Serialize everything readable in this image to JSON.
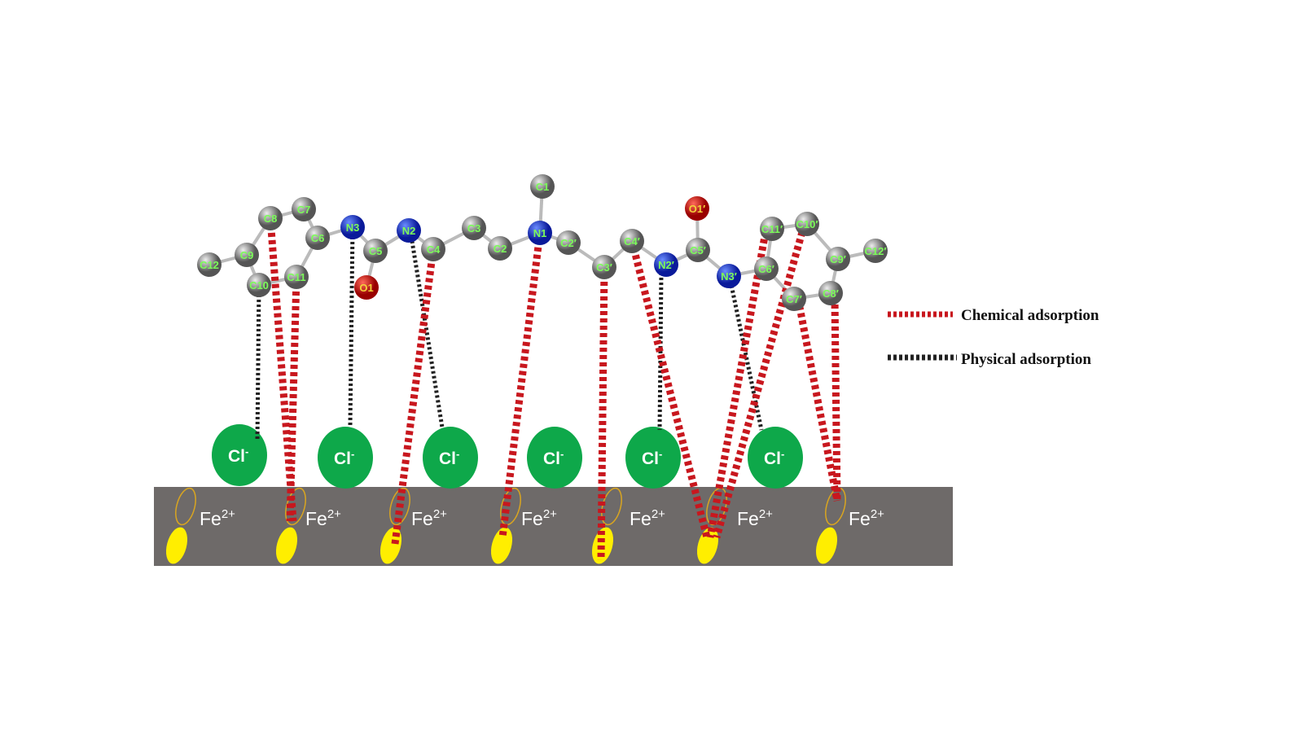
{
  "atoms": [
    "C12",
    "C9",
    "C10",
    "C11",
    "C6",
    "C7",
    "C8",
    "N3",
    "C5",
    "O1",
    "N2",
    "C4",
    "C3",
    "C2",
    "N1",
    "C1",
    "C2′",
    "C3′",
    "C4′",
    "N2′",
    "C5′",
    "O1′",
    "N3′",
    "C6′",
    "C11′",
    "C10′",
    "C9′",
    "C12′",
    "C8′",
    "C7′"
  ],
  "chloride_label": "Cl",
  "chloride_charge": "-",
  "iron_label": "Fe",
  "iron_charge": "2+",
  "legend": {
    "chemical": "Chemical adsorption",
    "physical": "Physical adsorption"
  },
  "colors": {
    "chemical": "#c8171e",
    "physical": "#222222",
    "surface": "#6e6a69",
    "chloride": "#0ea84a",
    "carbon": "#8a8a8a",
    "nitrogen": "#1a2fd0",
    "oxygen": "#d01010",
    "electron": "#ffee00"
  }
}
